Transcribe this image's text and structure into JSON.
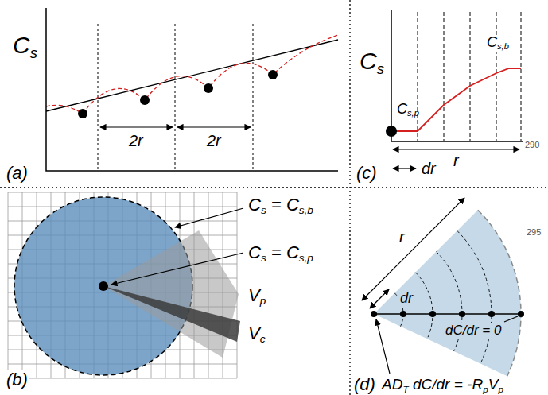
{
  "diagram": {
    "labels": [
      "C",
      "s",
      "2r",
      "2r",
      "(a)",
      "C",
      "s",
      "C",
      "s,b",
      "C",
      "s,p",
      "r",
      "dr",
      "(c)",
      "290",
      "C",
      "s",
      "=",
      "C",
      "s,b",
      "C",
      "s",
      "=",
      "C",
      "s,p",
      "V",
      "p",
      "V",
      "c",
      "(b)",
      "r",
      "dr",
      "295",
      "dC/dr",
      "=",
      "0",
      "(d)",
      "AD",
      "T",
      "dC/dr",
      "=",
      "-R",
      "p",
      "V",
      "p"
    ]
  }
}
